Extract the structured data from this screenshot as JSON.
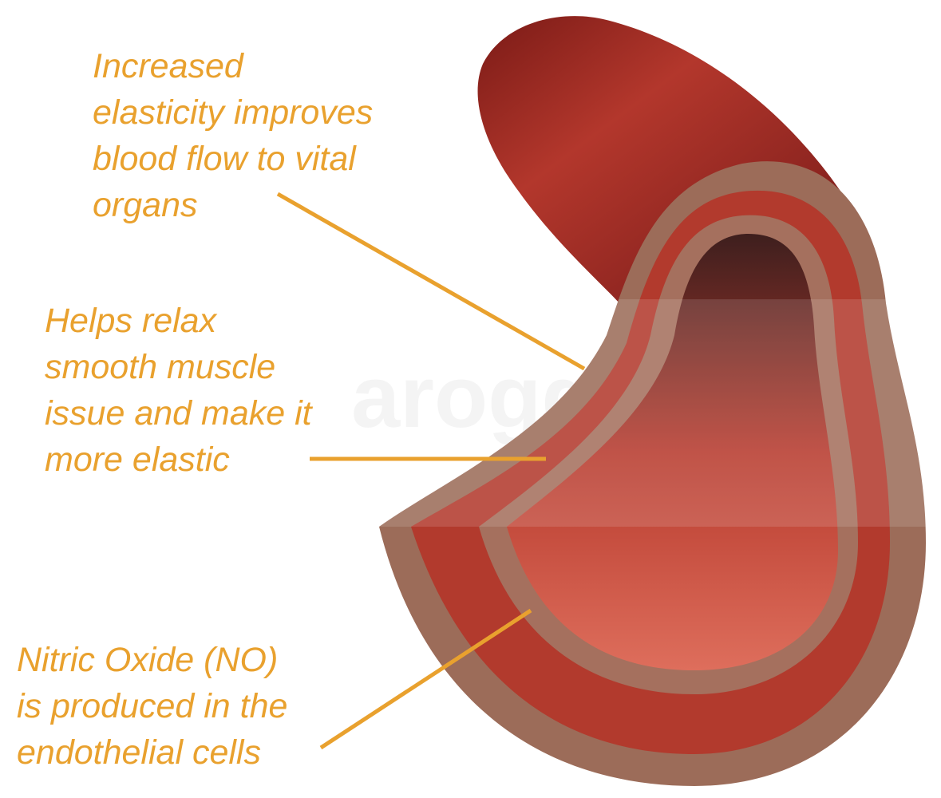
{
  "labels": {
    "elasticity": [
      "Increased",
      "elasticity improves",
      "blood flow to vital",
      "organs"
    ],
    "smooth_muscle": [
      "Helps relax",
      "smooth muscle",
      "issue and make it",
      "more elastic"
    ],
    "nitric_oxide": [
      "Nitric Oxide (NO)",
      "is produced in the",
      "endothelial cells"
    ]
  },
  "watermark": "arogga",
  "colors": {
    "text": "#E9A12E",
    "leader": "#E9A12E",
    "outer_layer": "#9C6C59",
    "muscle_layer": "#B23A2D",
    "lumen_top": "#3E1F1E",
    "lumen_bottom": "#DE6E5C"
  }
}
